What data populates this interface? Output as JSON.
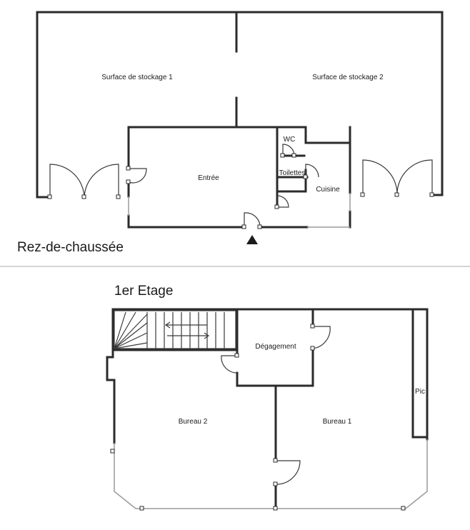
{
  "ground_floor": {
    "title": "Rez-de-chaussée",
    "rooms": {
      "storage_1": "Surface de stockage 1",
      "storage_2": "Surface de stockage 2",
      "entrance": "Entrée",
      "wc": "WC",
      "toilets": "Toilettes",
      "kitchen": "Cuisine"
    }
  },
  "first_floor": {
    "title": "1er Etage",
    "rooms": {
      "landing": "Dégagement",
      "office_2": "Bureau 2",
      "office_1": "Bureau 1",
      "shaft": "Pic"
    }
  }
}
